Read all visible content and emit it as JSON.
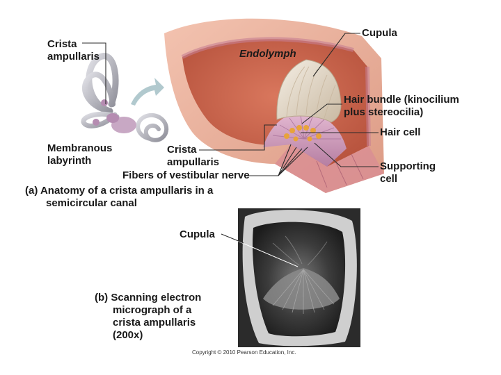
{
  "labels": {
    "crista_ampullaris_1": "Crista",
    "crista_ampullaris_2": "ampullaris",
    "membranous_1": "Membranous",
    "membranous_2": "labyrinth",
    "endolymph": "Endolymph",
    "cupula": "Cupula",
    "hair_bundle_1": "Hair bundle (kinocilium",
    "hair_bundle_2": "plus stereocilia)",
    "hair_cell": "Hair cell",
    "crista_lower_1": "Crista",
    "crista_lower_2": "ampullaris",
    "fibers": "Fibers of vestibular nerve",
    "supporting_1": "Supporting",
    "supporting_2": "cell",
    "cupula_micro": "Cupula"
  },
  "captions": {
    "a_line1": "(a) Anatomy of a crista ampullaris in a",
    "a_line2": "semicircular canal",
    "b_line1": "(b) Scanning electron",
    "b_line2": "micrograph of a",
    "b_line3": "crista ampullaris",
    "b_line4": "(200x)"
  },
  "copyright": "Copyright © 2010 Pearson Education, Inc.",
  "colors": {
    "canal_tissue": "#e9a48e",
    "canal_inner": "#d4846c",
    "endolymph": "#c9654c",
    "cupula": "#e6dccb",
    "crista_purple": "#cf9fbd",
    "hair_cells": "#e8a33a",
    "labyrinth_gray": "#b8b8c0",
    "micrograph_bg": "#2e2e2e"
  }
}
